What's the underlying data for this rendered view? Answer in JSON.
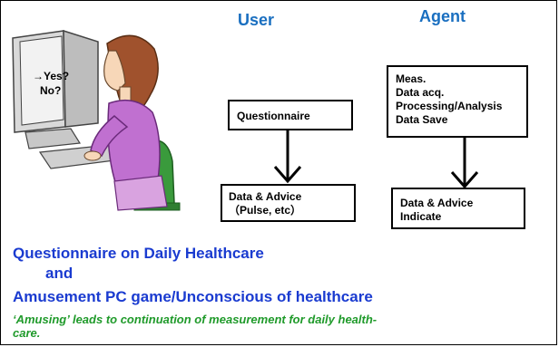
{
  "headings": {
    "user": "User",
    "agent": "Agent"
  },
  "user_boxes": {
    "questionnaire": "Questionnaire",
    "result_line1": "Data & Advice",
    "result_line2": "（Pulse, etc）"
  },
  "agent_boxes": {
    "process_lines": [
      "Meas.",
      "Data acq.",
      "Processing/Analysis",
      "Data Save"
    ],
    "result_line1": "Data & Advice",
    "result_line2": "Indicate"
  },
  "screen": {
    "line1": "→Yes?",
    "line2": "No?"
  },
  "captions": {
    "line1": "Questionnaire on Daily Healthcare",
    "line2": "and",
    "line3": "Amusement PC game/Unconscious of healthcare"
  },
  "note": {
    "line1": "‘Amusing’ leads to continuation of measurement for daily health-",
    "line2": "care."
  },
  "colors": {
    "heading": "#1a6fc0",
    "caption": "#1a3bd0",
    "note": "#1f9a2a"
  }
}
